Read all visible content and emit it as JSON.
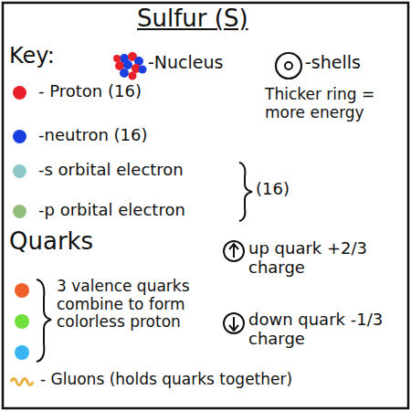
{
  "diagram": {
    "title": "Sulfur (S)",
    "labels": [
      "Key:",
      "Thicker ring = more energy",
      "(16)",
      "Quarks",
      "3 valence quarks combine to form colorless proton"
    ],
    "legend": [
      {
        "text": "-Nucleus"
      },
      {
        "text": "-shells"
      },
      {
        "text": "- Proton (16)",
        "color": "#e8202a"
      },
      {
        "text": "-neutron (16)",
        "color": "#1a3fe0"
      },
      {
        "text": "-s orbital electron",
        "color": "#8ec8c8"
      },
      {
        "text": "-p orbital electron",
        "color": "#93bd7c"
      },
      {
        "text": "up quark +2/3 charge"
      },
      {
        "text": "down quark -1/3 charge"
      },
      {
        "text": "- Gluons (holds quarks together)"
      }
    ]
  }
}
